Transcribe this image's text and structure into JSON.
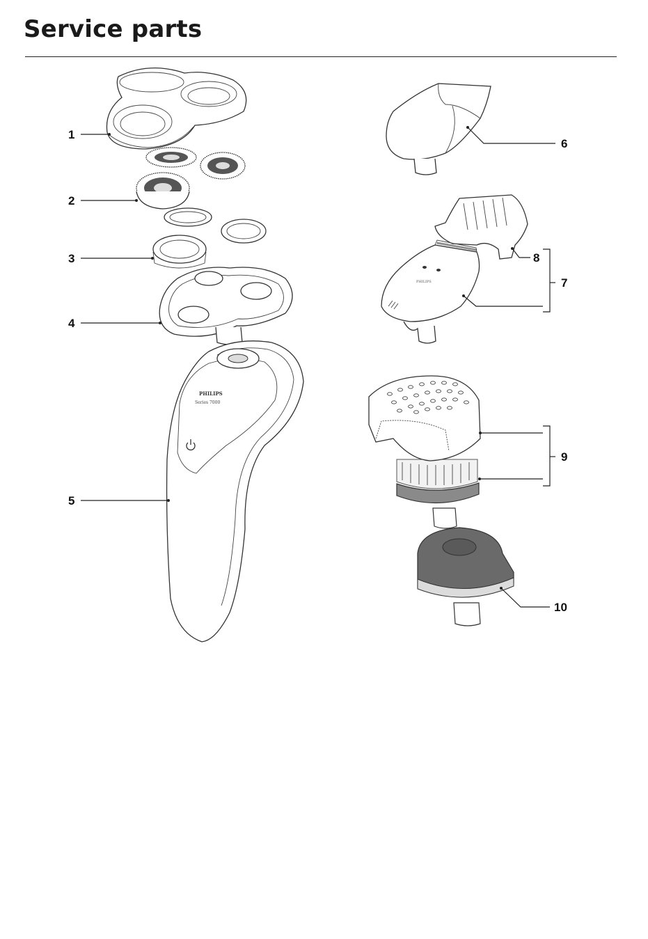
{
  "page": {
    "title": "Service parts"
  },
  "device": {
    "brand": "PHILIPS",
    "series": "Series 7000",
    "power_icon": "power-icon",
    "attachment_brand": "PHILIPS"
  },
  "callouts": [
    {
      "id": "1",
      "label": "1"
    },
    {
      "id": "2",
      "label": "2"
    },
    {
      "id": "3",
      "label": "3"
    },
    {
      "id": "4",
      "label": "4"
    },
    {
      "id": "5",
      "label": "5"
    },
    {
      "id": "6",
      "label": "6"
    },
    {
      "id": "7",
      "label": "7"
    },
    {
      "id": "8",
      "label": "8"
    },
    {
      "id": "9",
      "label": "9"
    },
    {
      "id": "10",
      "label": "10"
    }
  ],
  "colors": {
    "line": "#222222",
    "brush_base": "#8a8a8a",
    "bristles": "#f2f2f2",
    "cap_dark": "#6a6a6a",
    "shade": "#dcdcdc"
  }
}
